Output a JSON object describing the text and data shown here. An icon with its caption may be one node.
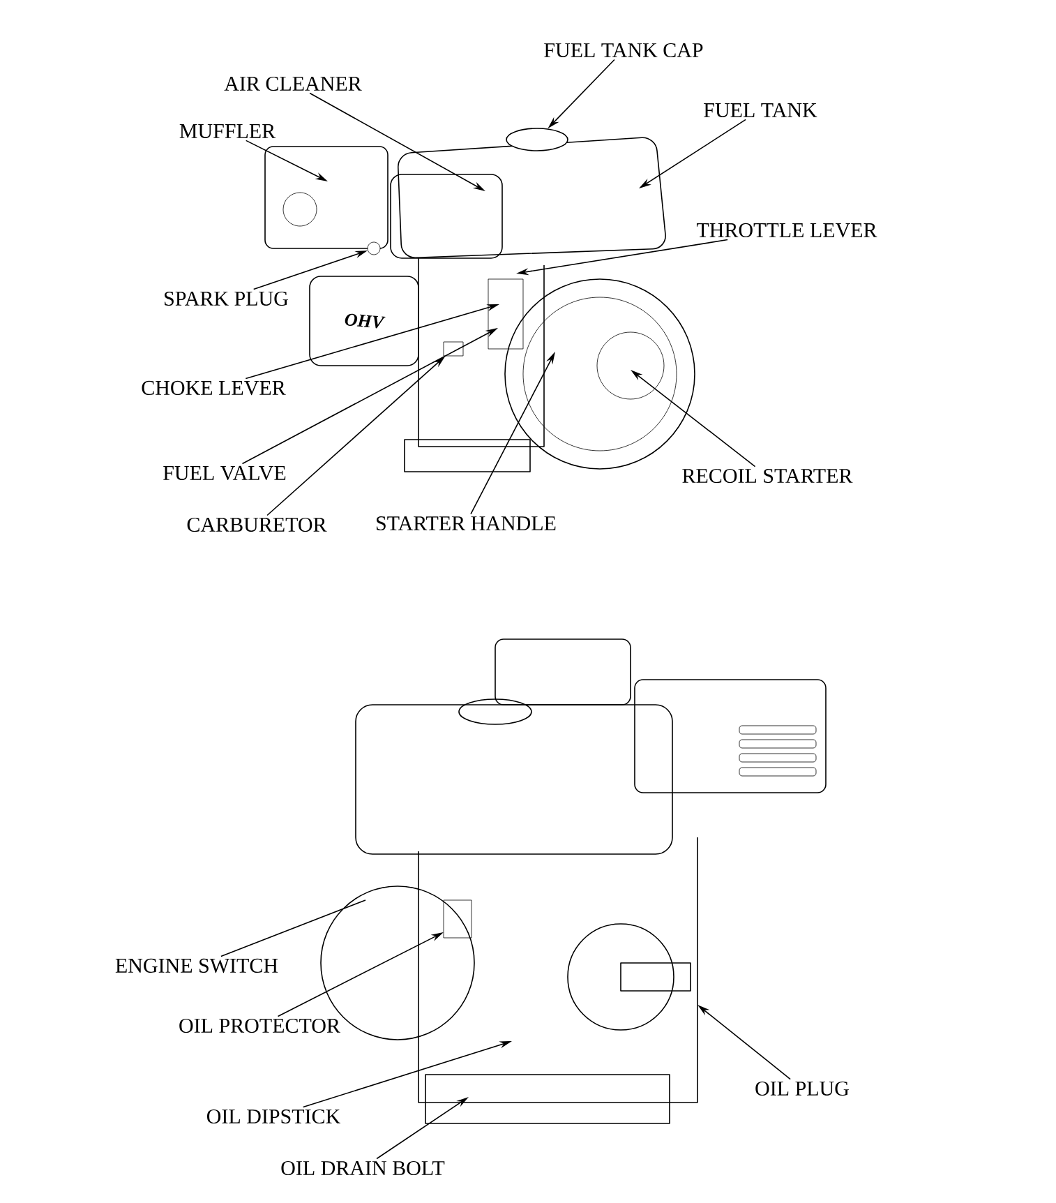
{
  "diagram": {
    "nodes": [
      {
        "text": [
          "FUEL TANK CAP"
        ]
      },
      {
        "text": [
          "AIR CLEANER"
        ]
      },
      {
        "text": [
          "FUEL TANK"
        ]
      },
      {
        "text": [
          "MUFFLER"
        ]
      },
      {
        "text": [
          "THROTTLE LEVER"
        ]
      },
      {
        "text": [
          "SPARK PLUG"
        ]
      },
      {
        "text": [
          "CHOKE LEVER"
        ]
      },
      {
        "text": [
          "FUEL VALVE"
        ]
      },
      {
        "text": [
          "CARBURETOR"
        ]
      },
      {
        "text": [
          "STARTER HANDLE"
        ]
      },
      {
        "text": [
          "RECOIL STARTER"
        ]
      },
      {
        "text": [
          "ENGINE SWITCH"
        ]
      },
      {
        "text": [
          "OIL PROTECTOR"
        ]
      },
      {
        "text": [
          "OIL DIPSTICK"
        ]
      },
      {
        "text": [
          "OIL PLUG"
        ]
      },
      {
        "text": [
          "OIL DRAIN BOLT"
        ]
      },
      {
        "text": [],
        "shape": "circle"
      },
      {
        "text": [],
        "shape": "circle"
      },
      {
        "text": [],
        "shape": "box"
      }
    ],
    "edges": [
      {
        "from": 0,
        "to": 16,
        "arrow": "to"
      },
      {
        "from": 1,
        "to": null,
        "arrow": "to"
      },
      {
        "from": 2,
        "to": null,
        "arrow": "to"
      },
      {
        "from": 3,
        "to": null,
        "arrow": "to"
      },
      {
        "from": 4,
        "to": null,
        "arrow": "to"
      },
      {
        "from": 5,
        "to": 17,
        "arrow": "to"
      },
      {
        "from": 6,
        "to": null,
        "arrow": "to"
      },
      {
        "from": 7,
        "to": null,
        "arrow": "to"
      },
      {
        "from": 8,
        "to": 18,
        "arrow": "to"
      },
      {
        "from": 9,
        "to": null,
        "arrow": "to"
      },
      {
        "from": 10,
        "to": null,
        "arrow": "to"
      },
      {
        "from": 11,
        "to": null,
        "arrow": "none"
      },
      {
        "from": 12,
        "to": null,
        "arrow": "to"
      },
      {
        "from": 13,
        "to": null,
        "arrow": "to"
      },
      {
        "from": 14,
        "to": null,
        "arrow": "to"
      },
      {
        "from": 15,
        "to": null,
        "arrow": "to"
      }
    ],
    "labels": [
      "OHV"
    ]
  }
}
